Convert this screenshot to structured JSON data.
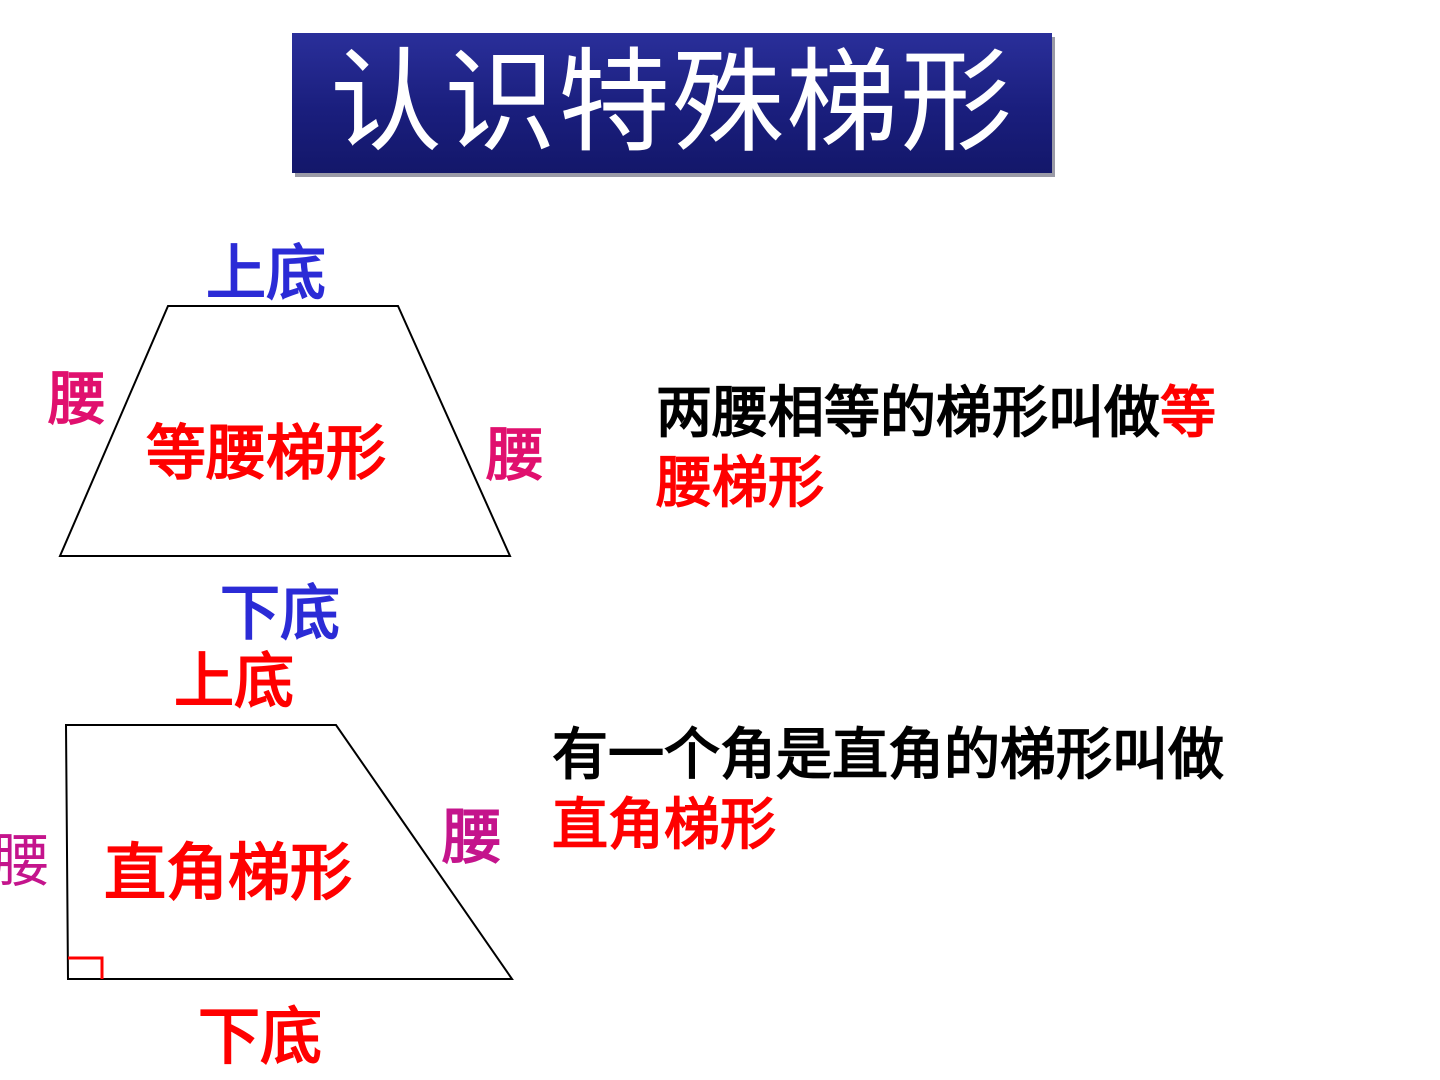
{
  "title": "认识特殊梯形",
  "isosceles": {
    "top_base": "上底",
    "left_leg": "腰",
    "right_leg": "腰",
    "bottom_base": "下底",
    "center_label": "等腰梯形",
    "definition_part1": "两腰相等的梯形叫做",
    "definition_highlight_line1": "等",
    "definition_highlight_line2": "腰梯形"
  },
  "right_trapezoid": {
    "top_base": "上底",
    "left_leg": "腰",
    "right_leg": "腰",
    "bottom_base": "下底",
    "center_label": "直角梯形",
    "definition_part1": "有一个角是直角的梯形叫做",
    "definition_highlight": "直角梯形"
  },
  "colors": {
    "title_bg": "#1a1e7d",
    "base_label": "#2b2bd6",
    "leg_label": "#e0106e",
    "highlight": "#ff0000",
    "text": "#000000"
  }
}
